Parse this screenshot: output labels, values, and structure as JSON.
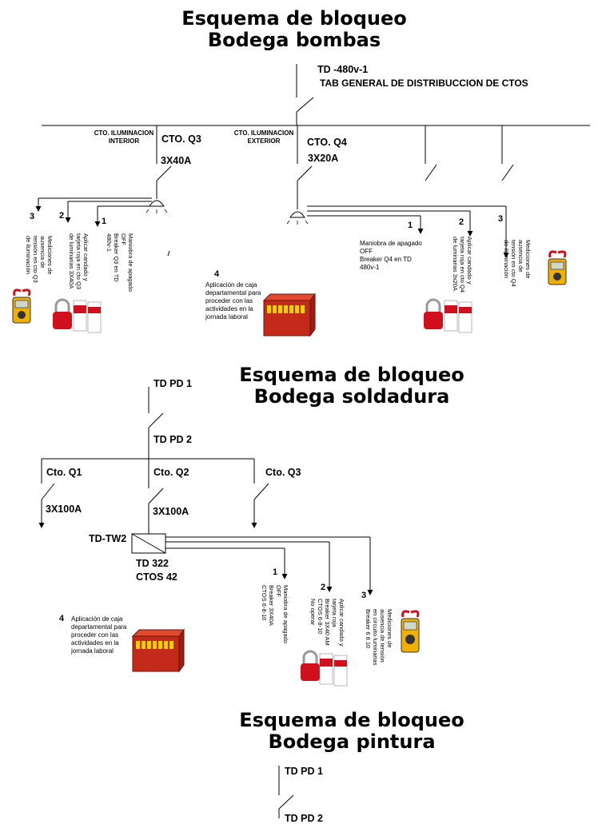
{
  "colors": {
    "lock_red": "#d0101c",
    "box_red": "#c42a1a",
    "meter_yellow": "#f0b000",
    "line": "#000000"
  },
  "bombas": {
    "title_line1": "Esquema de bloqueo",
    "title_line2": "Bodega bombas",
    "td_label": "TD -480v-1",
    "tab_label": "TAB GENERAL DE DISTRIBUCCION DE CTOS",
    "q3_caption_line1": "CTO. ILUMINACION",
    "q3_caption_line2": "INTERIOR",
    "q3_label": "CTO. Q3",
    "q3_rating": "3X40A",
    "q4_caption_line1": "CTO. ILUMINACION",
    "q4_caption_line2": "EXTERIOR",
    "q4_label": "CTO. Q4",
    "q4_rating": "3X20A",
    "q3_steps": [
      {
        "num": "1",
        "line1": "Maniobra de apagado",
        "line2": "OFF",
        "line3": "Breaker Q3 en TD",
        "line4": "480v-1"
      },
      {
        "num": "2",
        "line1": "Aplicar candado y",
        "line2": "tarjeta roja en cto Q3",
        "line3": "de luminarias 3X40A"
      },
      {
        "num": "3",
        "line1": "Mediciones de",
        "line2": "ausencia de",
        "line3": "tensión en cto Q3",
        "line4": "de iluminación"
      }
    ],
    "q4_steps": [
      {
        "num": "1",
        "line1": "Maniobra de apagado",
        "line2": "OFF",
        "line3": "Breaker Q4  en TD",
        "line4": "480v-1"
      },
      {
        "num": "2",
        "line1": "Aplicar candado y",
        "line2": "tarjeta roja en cto Q4",
        "line3": "de luminarias 3x20A"
      },
      {
        "num": "3",
        "line1": "Mediciones de",
        "line2": "ausencia de",
        "line3": "tensión en cto Q4",
        "line4": "de iluminación"
      }
    ],
    "step4": {
      "num": "4",
      "line1": "Aplicación de caja",
      "line2": "departamental para",
      "line3": "proceder  con las",
      "line4": "actividades en la",
      "line5": "jornada laboral"
    }
  },
  "soldadura": {
    "title_line1": "Esquema de bloqueo",
    "title_line2": "Bodega soldadura",
    "tdpd1": "TD PD 1",
    "tdpd2": "TD PD 2",
    "q1_label": "Cto. Q1",
    "q1_rating": "3X100A",
    "q2_label": "Cto. Q2",
    "q2_rating": "3X100A",
    "q3_label": "Cto. Q3",
    "tdtw2": "TD-TW2",
    "td322": "TD 322",
    "ctos42": "CTOS 42",
    "steps": [
      {
        "num": "1",
        "line1": "Maniobra de apagado",
        "line2": "OFF",
        "line3": "Breaker  3X40A",
        "line4": "CTOS 6-8-10"
      },
      {
        "num": "2",
        "line1": "Aplicar candado y",
        "line2": "tarjeta roja",
        "line3": "Breaker 3X40 AM",
        "line4": "CTOS 6-8-10",
        "line5": "No operar"
      },
      {
        "num": "3",
        "line1": "Mediciones de",
        "line2": "ausencia de tensión",
        "line3": "en circuito luminarias",
        "line4": "Breaker 6 8  10"
      }
    ],
    "step4": {
      "num": "4",
      "line1": "Aplicación de caja",
      "line2": "departamental para",
      "line3": "proceder  con las",
      "line4": "actividades en la",
      "line5": "jornada laboral"
    }
  },
  "pintura": {
    "title_line1": "Esquema de bloqueo",
    "title_line2": "Bodega pintura",
    "tdpd1": "TD PD 1",
    "tdpd2_partial": "TD PD 2"
  }
}
